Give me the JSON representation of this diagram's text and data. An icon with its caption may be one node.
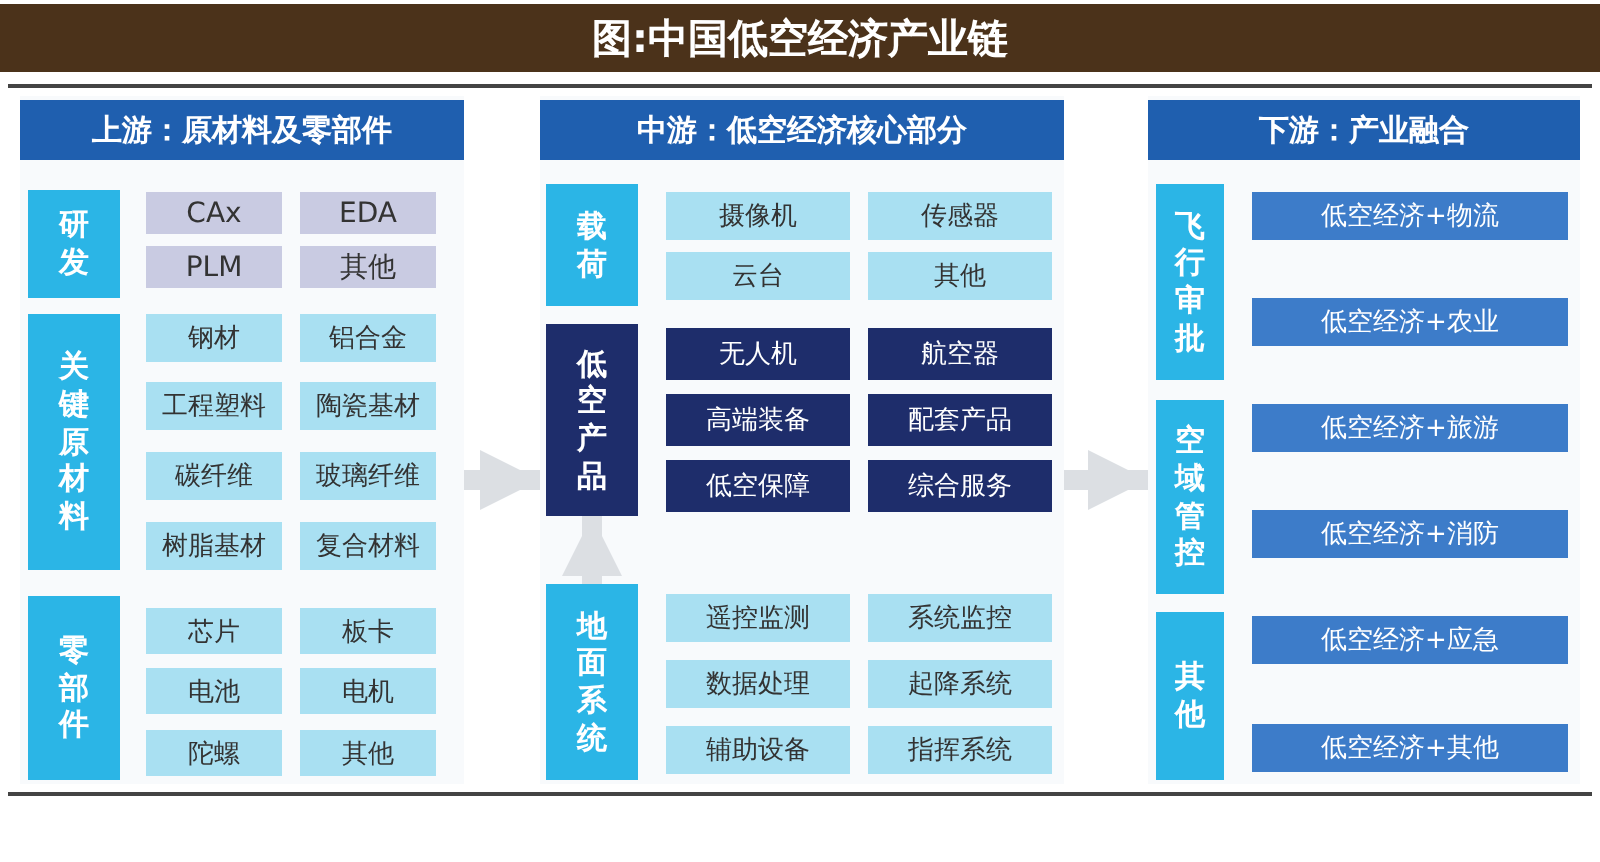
{
  "diagram": {
    "title": "图:中国低空经济产业链",
    "nodes": [
      {
        "text": [
          "上游：原材料及零部件"
        ]
      },
      {
        "text": [
          "研发"
        ],
        "in": 0
      },
      {
        "text": [
          "CAx"
        ],
        "in": 0
      },
      {
        "text": [
          "EDA"
        ],
        "in": 0
      },
      {
        "text": [
          "PLM"
        ],
        "in": 0
      },
      {
        "text": [
          "其他"
        ],
        "in": 0
      },
      {
        "text": [
          "关键原材料"
        ],
        "in": 0
      },
      {
        "text": [
          "钢材"
        ],
        "in": 0
      },
      {
        "text": [
          "铝合金"
        ],
        "in": 0
      },
      {
        "text": [
          "工程塑料"
        ],
        "in": 0
      },
      {
        "text": [
          "陶瓷基材"
        ],
        "in": 0
      },
      {
        "text": [
          "碳纤维"
        ],
        "in": 0
      },
      {
        "text": [
          "玻璃纤维"
        ],
        "in": 0
      },
      {
        "text": [
          "树脂基材"
        ],
        "in": 0
      },
      {
        "text": [
          "复合材料"
        ],
        "in": 0
      },
      {
        "text": [
          "零部件"
        ],
        "in": 0
      },
      {
        "text": [
          "芯片"
        ],
        "in": 0
      },
      {
        "text": [
          "板卡"
        ],
        "in": 0
      },
      {
        "text": [
          "电池"
        ],
        "in": 0
      },
      {
        "text": [
          "电机"
        ],
        "in": 0
      },
      {
        "text": [
          "陀螺"
        ],
        "in": 0
      },
      {
        "text": [
          "其他"
        ],
        "in": 0
      },
      {
        "text": [
          "中游：低空经济核心部分"
        ]
      },
      {
        "text": [
          "载荷"
        ],
        "in": 22
      },
      {
        "text": [
          "摄像机"
        ],
        "in": 22
      },
      {
        "text": [
          "传感器"
        ],
        "in": 22
      },
      {
        "text": [
          "云台"
        ],
        "in": 22
      },
      {
        "text": [
          "其他"
        ],
        "in": 22
      },
      {
        "text": [
          "低空产品"
        ],
        "in": 22
      },
      {
        "text": [
          "无人机"
        ],
        "in": 22
      },
      {
        "text": [
          "航空器"
        ],
        "in": 22
      },
      {
        "text": [
          "高端装备"
        ],
        "in": 22
      },
      {
        "text": [
          "配套产品"
        ],
        "in": 22
      },
      {
        "text": [
          "低空保障"
        ],
        "in": 22
      },
      {
        "text": [
          "综合服务"
        ],
        "in": 22
      },
      {
        "text": [
          "地面系统"
        ],
        "in": 22
      },
      {
        "text": [
          "遥控监测"
        ],
        "in": 22
      },
      {
        "text": [
          "系统监控"
        ],
        "in": 22
      },
      {
        "text": [
          "数据处理"
        ],
        "in": 22
      },
      {
        "text": [
          "起降系统"
        ],
        "in": 22
      },
      {
        "text": [
          "辅助设备"
        ],
        "in": 22
      },
      {
        "text": [
          "指挥系统"
        ],
        "in": 22
      },
      {
        "text": [
          "下游：产业融合"
        ]
      },
      {
        "text": [
          "飞行审批"
        ],
        "in": 42
      },
      {
        "text": [
          "低空经济+物流"
        ],
        "in": 42
      },
      {
        "text": [
          "低空经济+农业"
        ],
        "in": 42
      },
      {
        "text": [
          "空域管控"
        ],
        "in": 42
      },
      {
        "text": [
          "低空经济+旅游"
        ],
        "in": 42
      },
      {
        "text": [
          "低空经济+消防"
        ],
        "in": 42
      },
      {
        "text": [
          "其他"
        ],
        "in": 42
      },
      {
        "text": [
          "低空经济+应急"
        ],
        "in": 42
      },
      {
        "text": [
          "低空经济+其他"
        ],
        "in": 42
      }
    ],
    "edges": [
      {
        "from": 0,
        "to": 22,
        "arrow": "to"
      },
      {
        "from": 22,
        "to": 42,
        "arrow": "to"
      },
      {
        "from": 35,
        "to": 28,
        "arrow": "to"
      }
    ]
  }
}
